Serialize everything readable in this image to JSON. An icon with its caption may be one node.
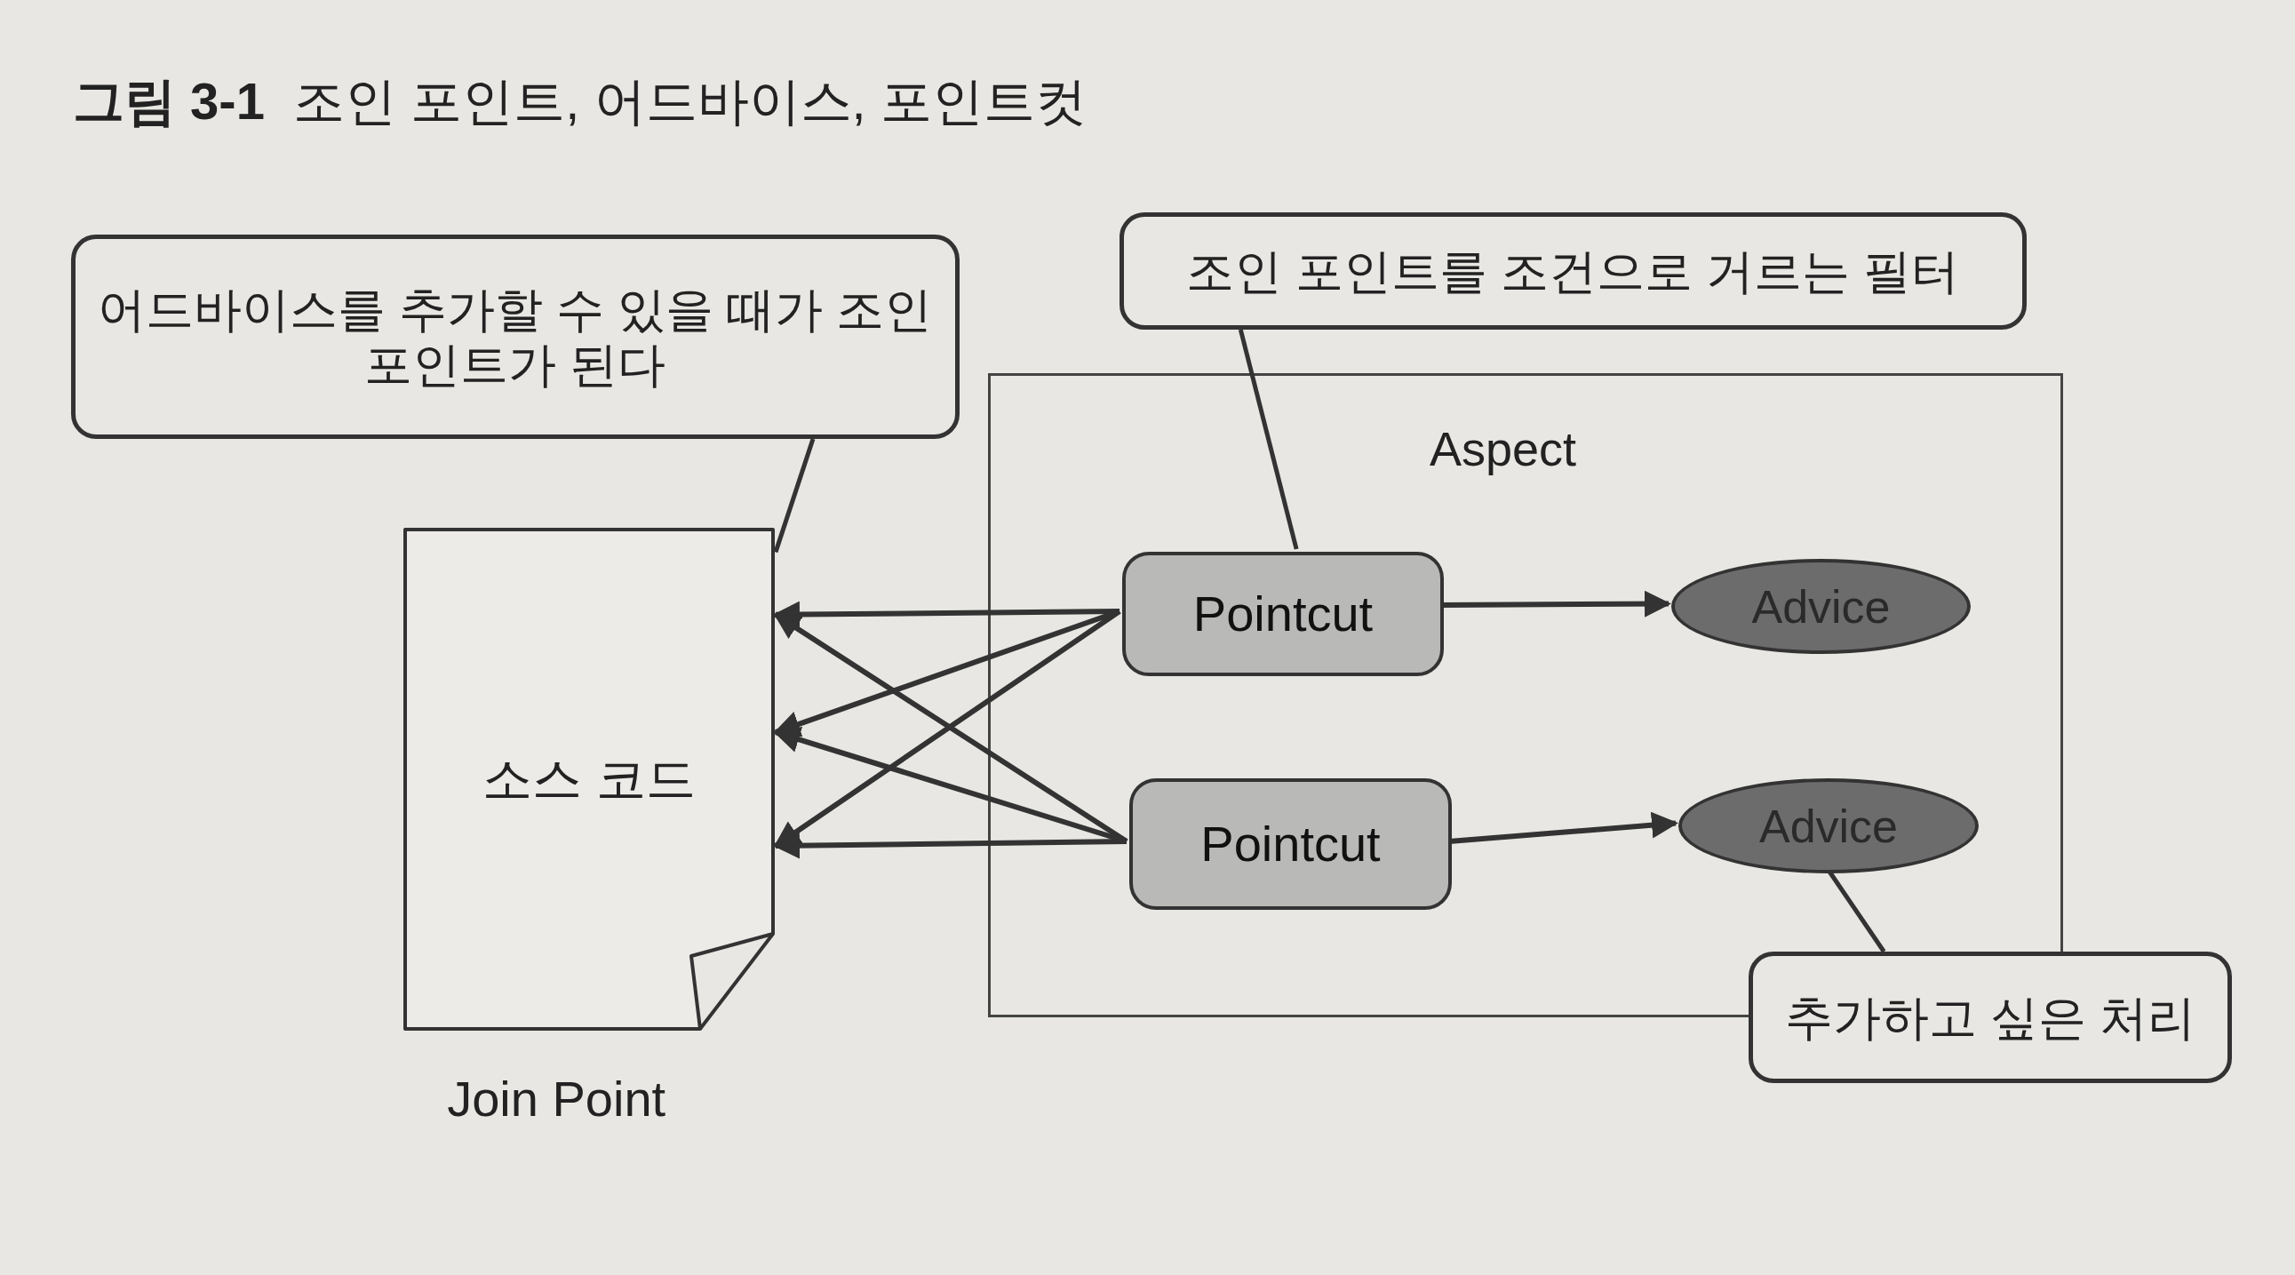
{
  "diagram": {
    "title": "**그림 3-1**  조인 포인트, 어드바이스, 포인트컷",
    "nodes": [
      {
        "text": [
          "어드바이스를 추가할 수 있을 때가 조인 포인트가 된다"
        ]
      },
      {
        "text": [
          "조인 포인트를 조건으로 거르는 필터"
        ]
      },
      {
        "text": [
          "Aspect"
        ]
      },
      {
        "text": [
          "소스 코드",
          "Join Point"
        ]
      },
      {
        "text": [
          "Pointcut"
        ],
        "in": 2
      },
      {
        "text": [
          "Advice"
        ],
        "in": 2
      },
      {
        "text": [
          "Pointcut"
        ],
        "in": 2
      },
      {
        "text": [
          "Advice"
        ],
        "in": 2
      },
      {
        "text": [
          "추가하고 싶은 처리"
        ]
      }
    ],
    "edges": [
      {
        "from": 4,
        "to": 3,
        "arrow": "to"
      },
      {
        "from": 4,
        "to": 3,
        "arrow": "to"
      },
      {
        "from": 4,
        "to": 3,
        "arrow": "to"
      },
      {
        "from": 6,
        "to": 3,
        "arrow": "to"
      },
      {
        "from": 6,
        "to": 3,
        "arrow": "to"
      },
      {
        "from": 6,
        "to": 3,
        "arrow": "to"
      },
      {
        "from": 4,
        "to": 5,
        "arrow": "to"
      },
      {
        "from": 6,
        "to": 7,
        "arrow": "to"
      },
      {
        "from": 0,
        "to": 3,
        "arrow": "none"
      },
      {
        "from": 1,
        "to": 4,
        "arrow": "none"
      },
      {
        "from": 8,
        "to": 7,
        "arrow": "none"
      }
    ]
  }
}
